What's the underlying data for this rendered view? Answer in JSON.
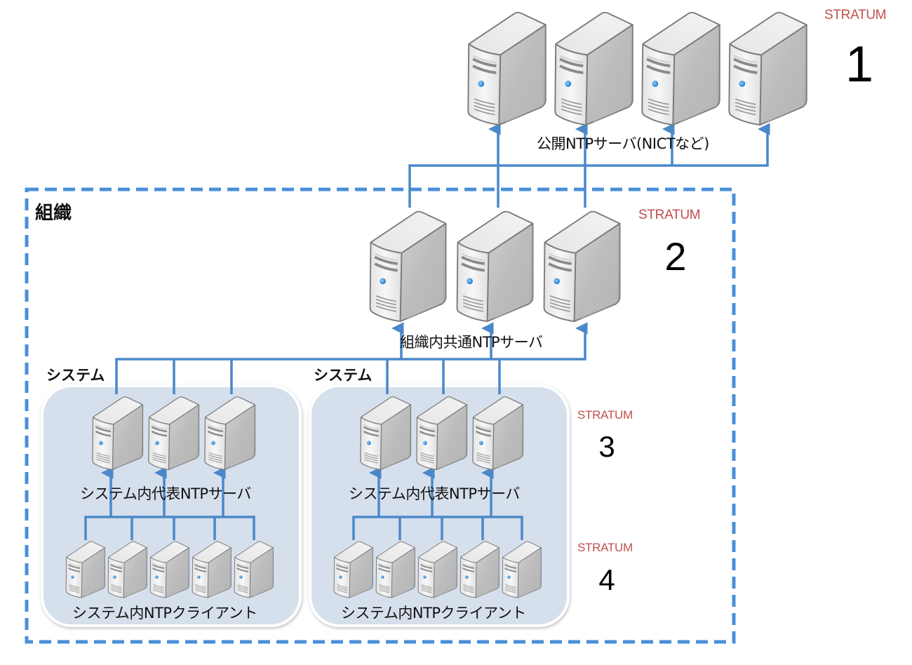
{
  "title": "NTP stratum hierarchy",
  "colors": {
    "line": "#4a88c9",
    "dash": "#4a8fd8",
    "system_box_fill": "#d6dfec",
    "stratum_label": "#c0504d",
    "server_front": "#eeeeee",
    "server_side": "#b8b8b8",
    "server_led": "#2f8fe0"
  },
  "organization": {
    "label": "組織"
  },
  "strata": [
    {
      "label": "STRATUM",
      "number": "1"
    },
    {
      "label": "STRATUM",
      "number": "2"
    },
    {
      "label": "STRATUM",
      "number": "3"
    },
    {
      "label": "STRATUM",
      "number": "4"
    }
  ],
  "tiers": {
    "public": {
      "caption": "公開NTPサーバ(NICTなど)",
      "server_count": 4
    },
    "org_common": {
      "caption": "組織内共通NTPサーバ",
      "server_count": 3
    }
  },
  "systems": [
    {
      "label": "システム",
      "representative_caption": "システム内代表NTPサーバ",
      "representative_count": 3,
      "client_caption": "システム内NTPクライアント",
      "client_count": 5
    },
    {
      "label": "システム",
      "representative_caption": "システム内代表NTPサーバ",
      "representative_count": 3,
      "client_caption": "システム内NTPクライアント",
      "client_count": 5
    }
  ]
}
